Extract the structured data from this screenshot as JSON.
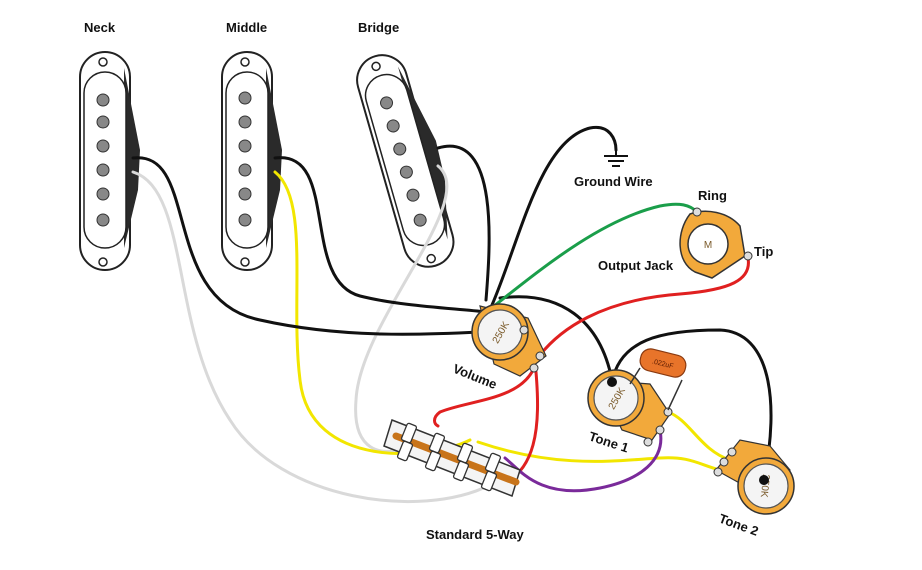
{
  "labels": {
    "neck": "Neck",
    "middle": "Middle",
    "bridge": "Bridge",
    "ground_wire": "Ground Wire",
    "ring": "Ring",
    "tip": "Tip",
    "output_jack": "Output Jack",
    "volume": "Volume",
    "tone1": "Tone 1",
    "tone2": "Tone 2",
    "switch": "Standard 5-Way"
  },
  "pot_values": {
    "volume": "250K",
    "tone1": "250K",
    "tone2": "250K"
  },
  "capacitor_value": ".022uF",
  "jack_letter": "M",
  "colors": {
    "black_wire": "#111111",
    "white_wire": "#d9d9d9",
    "yellow_wire": "#f2e600",
    "red_wire": "#e02020",
    "green_wire": "#1a9e4a",
    "purple_wire": "#7a2a9a",
    "pot_orange": "#f2a93b",
    "capacitor": "#e8742a"
  }
}
